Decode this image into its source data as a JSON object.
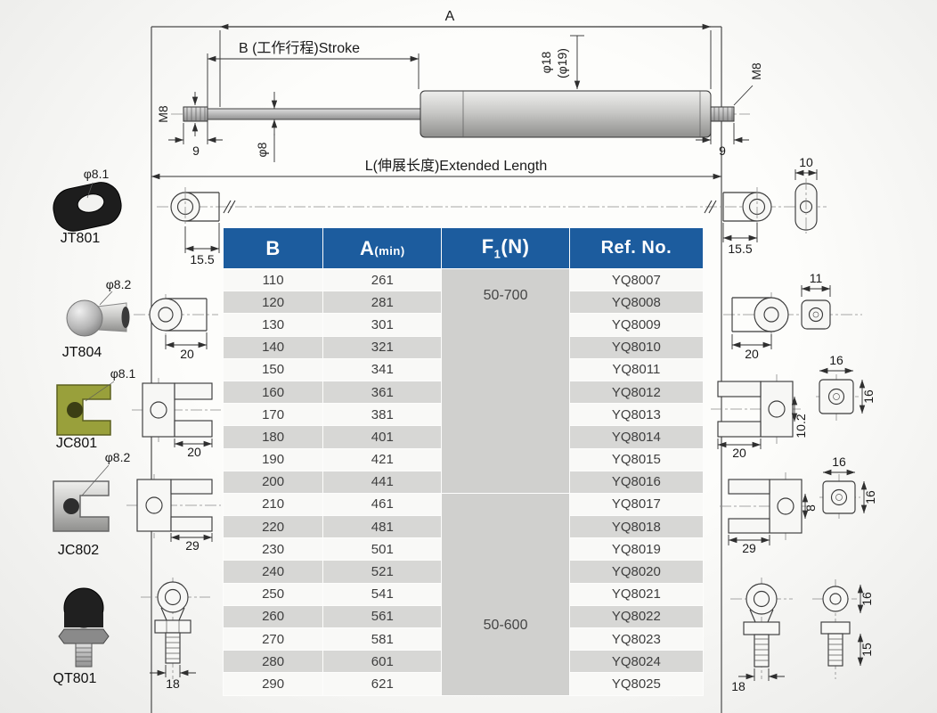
{
  "diagram": {
    "overall_length": "A",
    "stroke_label": "B (工作行程)Stroke",
    "extended_length_label": "L(伸展长度)Extended Length",
    "thread_left": "M8",
    "thread_right": "M8",
    "thread_len_left": "9",
    "thread_len_right": "9",
    "rod_diameter": "φ8",
    "cylinder_diameter": "φ18",
    "cylinder_diameter_alt": "(φ19)"
  },
  "left_fittings": {
    "jt801": {
      "label": "JT801",
      "hole_diameter": "φ8.1",
      "width": "15.5"
    },
    "jt804": {
      "label": "JT804",
      "hole_diameter": "φ8.2",
      "width": "20"
    },
    "jc801": {
      "label": "JC801",
      "hole_diameter": "φ8.1",
      "width": "20",
      "photo_color": "#99a03b"
    },
    "jc802": {
      "label": "JC802",
      "hole_diameter": "φ8.2",
      "width": "29"
    },
    "qt801": {
      "label": "QT801",
      "width": "18"
    }
  },
  "right_fittings": {
    "eyelet": {
      "thickness": "10",
      "width": "15.5"
    },
    "ball_socket": {
      "thickness": "11",
      "width": "20"
    },
    "clevis_jc801": {
      "side_width": "16",
      "side_height": "16",
      "width": "20",
      "slot_width": "10.2"
    },
    "clevis_jc802": {
      "side_width": "16",
      "side_height": "16",
      "width": "29",
      "slot_width": "8"
    },
    "ball_stud": {
      "head_height": "16",
      "thread_length": "15",
      "width": "18"
    }
  },
  "table": {
    "headers": {
      "b": "B",
      "a": "A",
      "a_qualifier": "(min)",
      "f": "F",
      "f_subscript": "1",
      "f_unit": "(N)",
      "ref": "Ref. No."
    },
    "f1_groups": [
      {
        "value": "50-700",
        "rows": 10
      },
      {
        "value": "50-600",
        "rows": 9
      }
    ],
    "rows": [
      {
        "b": "110",
        "a_min": "261",
        "ref": "YQ8007"
      },
      {
        "b": "120",
        "a_min": "281",
        "ref": "YQ8008"
      },
      {
        "b": "130",
        "a_min": "301",
        "ref": "YQ8009"
      },
      {
        "b": "140",
        "a_min": "321",
        "ref": "YQ8010"
      },
      {
        "b": "150",
        "a_min": "341",
        "ref": "YQ8011"
      },
      {
        "b": "160",
        "a_min": "361",
        "ref": "YQ8012"
      },
      {
        "b": "170",
        "a_min": "381",
        "ref": "YQ8013"
      },
      {
        "b": "180",
        "a_min": "401",
        "ref": "YQ8014"
      },
      {
        "b": "190",
        "a_min": "421",
        "ref": "YQ8015"
      },
      {
        "b": "200",
        "a_min": "441",
        "ref": "YQ8016"
      },
      {
        "b": "210",
        "a_min": "461",
        "ref": "YQ8017"
      },
      {
        "b": "220",
        "a_min": "481",
        "ref": "YQ8018"
      },
      {
        "b": "230",
        "a_min": "501",
        "ref": "YQ8019"
      },
      {
        "b": "240",
        "a_min": "521",
        "ref": "YQ8020"
      },
      {
        "b": "250",
        "a_min": "541",
        "ref": "YQ8021"
      },
      {
        "b": "260",
        "a_min": "561",
        "ref": "YQ8022"
      },
      {
        "b": "270",
        "a_min": "581",
        "ref": "YQ8023"
      },
      {
        "b": "280",
        "a_min": "601",
        "ref": "YQ8024"
      },
      {
        "b": "290",
        "a_min": "621",
        "ref": "YQ8025"
      }
    ],
    "colors": {
      "header_bg": "#1c5c9e",
      "row_shade": "#d7d7d5",
      "f1_bg": "#d0d0ce"
    }
  }
}
